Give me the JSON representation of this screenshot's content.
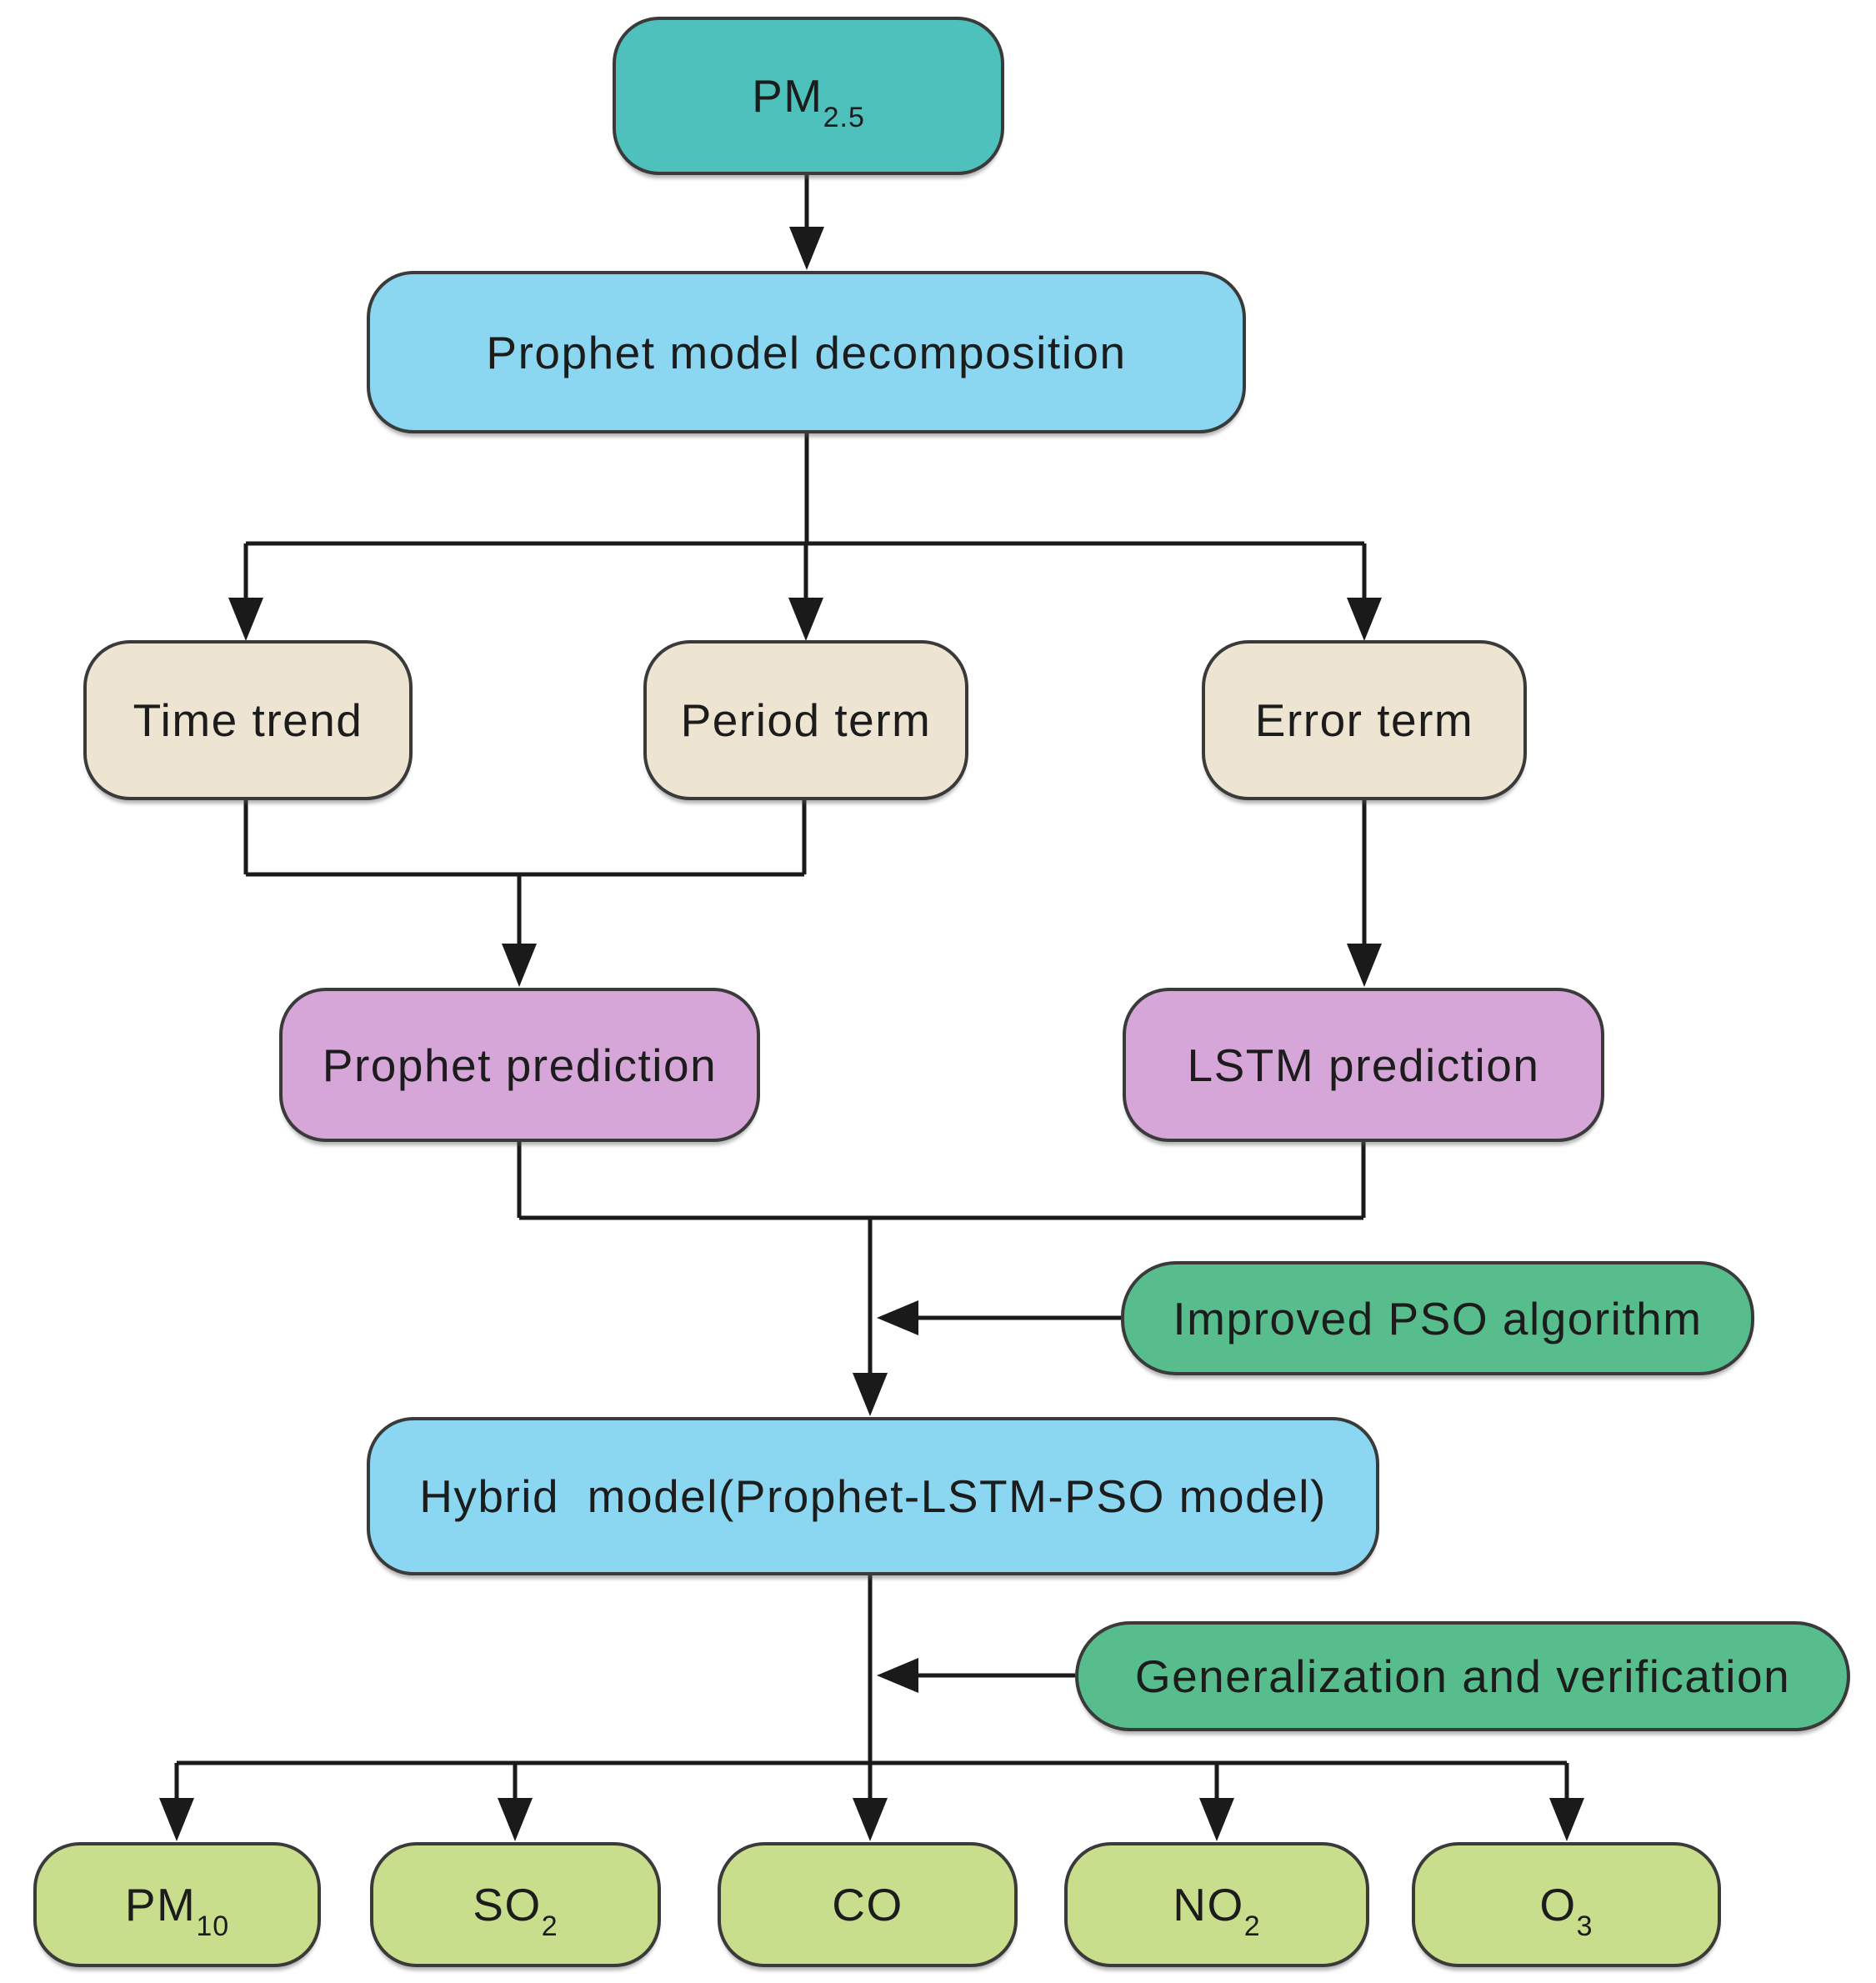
{
  "diagram": {
    "nodes": {
      "pm25": {
        "label_main": "PM",
        "label_sub": "2.5",
        "fill": "#4FC1BD"
      },
      "decomposition": {
        "label": "Prophet model decomposition",
        "fill": "#8BD7F1"
      },
      "time_trend": {
        "label": "Time trend",
        "fill": "#EDE4D2"
      },
      "period_term": {
        "label": "Period term",
        "fill": "#EDE4D2"
      },
      "error_term": {
        "label": "Error term",
        "fill": "#EDE4D2"
      },
      "prophet_prediction": {
        "label": "Prophet prediction",
        "fill": "#D7A6D9"
      },
      "lstm_prediction": {
        "label": "LSTM prediction",
        "fill": "#D7A6D9"
      },
      "improved_pso": {
        "label": "Improved PSO algorithm",
        "fill": "#57BD8D"
      },
      "hybrid_model": {
        "label": "Hybrid  model(Prophet-LSTM-PSO model)",
        "fill": "#8BD7F1"
      },
      "generalization": {
        "label": "Generalization and verification",
        "fill": "#57BD8D"
      },
      "pm10": {
        "label_main": "PM",
        "label_sub": "10",
        "fill": "#C9DE8D"
      },
      "so2": {
        "label_main": "SO",
        "label_sub": "2",
        "fill": "#C9DE8D"
      },
      "co": {
        "label_main": "CO",
        "label_sub": "",
        "fill": "#C9DE8D"
      },
      "no2": {
        "label_main": "NO",
        "label_sub": "2",
        "fill": "#C9DE8D"
      },
      "o3": {
        "label_main": "O",
        "label_sub": "3",
        "fill": "#C9DE8D"
      }
    },
    "edges": [
      {
        "from": "pm25",
        "to": "decomposition"
      },
      {
        "from": "decomposition",
        "to": "time_trend"
      },
      {
        "from": "decomposition",
        "to": "period_term"
      },
      {
        "from": "decomposition",
        "to": "error_term"
      },
      {
        "from": "time_trend",
        "to": "prophet_prediction"
      },
      {
        "from": "period_term",
        "to": "prophet_prediction"
      },
      {
        "from": "error_term",
        "to": "lstm_prediction"
      },
      {
        "from": "prophet_prediction",
        "to": "hybrid_model"
      },
      {
        "from": "lstm_prediction",
        "to": "hybrid_model"
      },
      {
        "from": "improved_pso",
        "to": "hybrid_model"
      },
      {
        "from": "generalization",
        "to": "outputs"
      },
      {
        "from": "hybrid_model",
        "to": "pm10"
      },
      {
        "from": "hybrid_model",
        "to": "so2"
      },
      {
        "from": "hybrid_model",
        "to": "co"
      },
      {
        "from": "hybrid_model",
        "to": "no2"
      },
      {
        "from": "hybrid_model",
        "to": "o3"
      }
    ],
    "palette": {
      "border": "#3A3A3A",
      "connector": "#1A1A1A",
      "text": "#1C1C1C",
      "background": "#FFFFFF"
    }
  }
}
